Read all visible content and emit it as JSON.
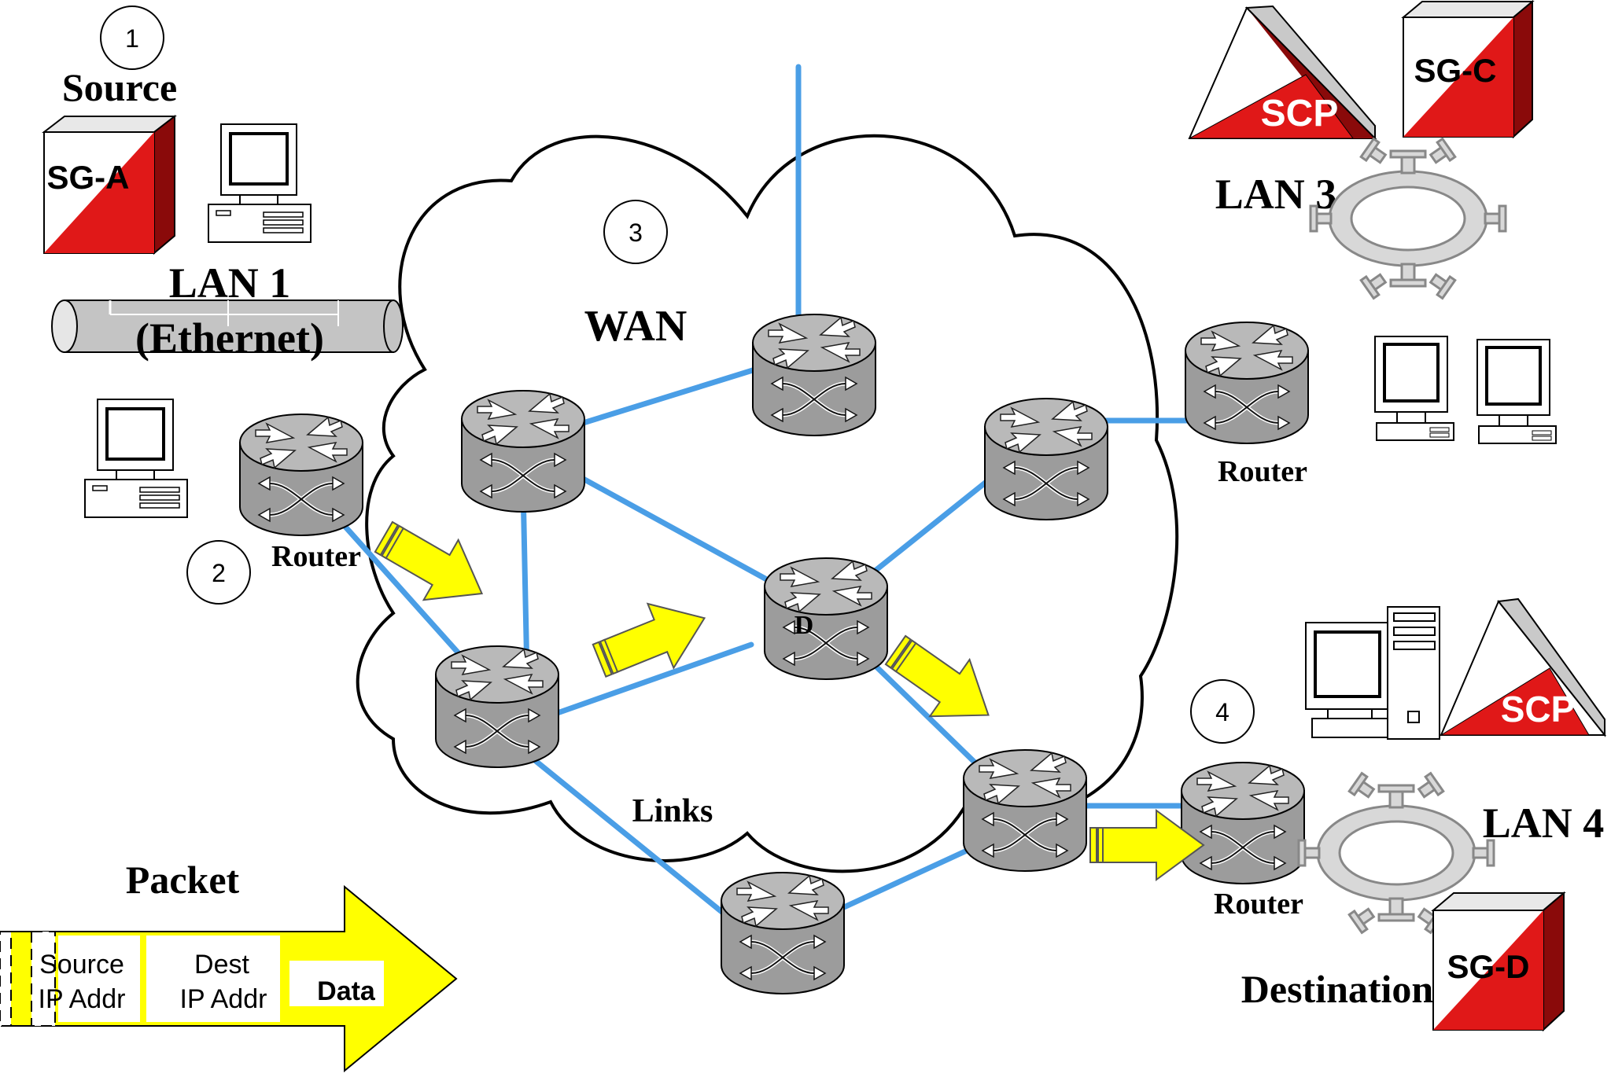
{
  "labels": {
    "source": "Source",
    "lan1": "LAN 1",
    "ethernet": "(Ethernet)",
    "wan": "WAN",
    "lan3": "LAN 3",
    "lan4": "LAN 4",
    "links": "Links",
    "packet": "Packet",
    "destination": "Destination",
    "router_left": "Router",
    "router_right_top": "Router",
    "router_right_bottom": "Router",
    "center_router_mark": "D"
  },
  "steps": [
    "1",
    "2",
    "3",
    "4"
  ],
  "devices": {
    "sg_a": "SG-A",
    "sg_c": "SG-C",
    "sg_d": "SG-D",
    "scp_top": "SCP",
    "scp_bottom": "SCP"
  },
  "packet_fields": {
    "source_line1": "Source",
    "source_line2": "IP Addr",
    "dest_line1": "Dest",
    "dest_line2": "IP Addr",
    "data": "Data"
  },
  "colors": {
    "link": "#4a9ee6",
    "arrow": "#ffff00",
    "device_red": "#e01818",
    "router_gray": "#a0a0a0"
  }
}
